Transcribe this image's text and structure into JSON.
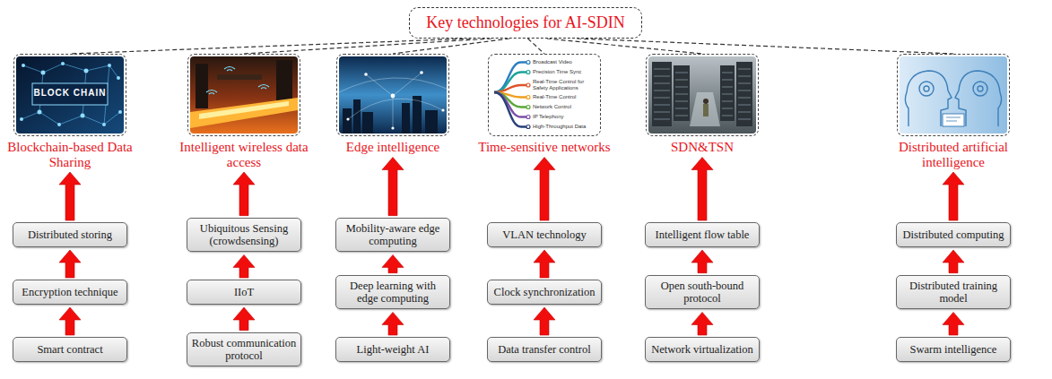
{
  "diagram": {
    "nodes": [
      {
        "text": [
          "Key technologies for AI-SDIN"
        ]
      },
      {
        "text": [
          "Blockchain-based Data Sharing"
        ]
      },
      {
        "text": [
          "Intelligent wireless data access"
        ]
      },
      {
        "text": [
          "Edge intelligence"
        ]
      },
      {
        "text": [
          "Time-sensitive networks"
        ]
      },
      {
        "text": [
          "SDN&TSN"
        ]
      },
      {
        "text": [
          "Distributed artificial intelligence"
        ]
      },
      {
        "text": [
          "Distributed storing"
        ]
      },
      {
        "text": [
          "Ubiquitous Sensing (crowdsensing)"
        ]
      },
      {
        "text": [
          "Mobility-aware edge computing"
        ]
      },
      {
        "text": [
          "VLAN technology"
        ]
      },
      {
        "text": [
          "Intelligent flow table"
        ]
      },
      {
        "text": [
          "Distributed computing"
        ]
      },
      {
        "text": [
          "Encryption technique"
        ]
      },
      {
        "text": [
          "IIoT"
        ]
      },
      {
        "text": [
          "Deep learning with edge computing"
        ]
      },
      {
        "text": [
          "Clock synchronization"
        ]
      },
      {
        "text": [
          "Open south-bound protocol"
        ]
      },
      {
        "text": [
          "Distributed training model"
        ]
      },
      {
        "text": [
          "Smart contract"
        ]
      },
      {
        "text": [
          "Robust communication protocol"
        ]
      },
      {
        "text": [
          "Light-weight AI"
        ]
      },
      {
        "text": [
          "Data transfer control"
        ]
      },
      {
        "text": [
          "Network virtualization"
        ]
      },
      {
        "text": [
          "Swarm intelligence"
        ]
      }
    ],
    "edges": [
      {
        "from": 0,
        "to": 1,
        "arrow": "none"
      },
      {
        "from": 0,
        "to": 2,
        "arrow": "none"
      },
      {
        "from": 0,
        "to": 3,
        "arrow": "none"
      },
      {
        "from": 0,
        "to": 4,
        "arrow": "none"
      },
      {
        "from": 0,
        "to": 5,
        "arrow": "none"
      },
      {
        "from": 0,
        "to": 6,
        "arrow": "none"
      },
      {
        "from": 19,
        "to": 13,
        "arrow": "to"
      },
      {
        "from": 13,
        "to": 7,
        "arrow": "to"
      },
      {
        "from": 7,
        "to": 1,
        "arrow": "to"
      },
      {
        "from": 20,
        "to": 14,
        "arrow": "to"
      },
      {
        "from": 14,
        "to": 8,
        "arrow": "to"
      },
      {
        "from": 8,
        "to": 2,
        "arrow": "to"
      },
      {
        "from": 21,
        "to": 15,
        "arrow": "to"
      },
      {
        "from": 15,
        "to": 9,
        "arrow": "to"
      },
      {
        "from": 9,
        "to": 3,
        "arrow": "to"
      },
      {
        "from": 22,
        "to": 16,
        "arrow": "to"
      },
      {
        "from": 16,
        "to": 10,
        "arrow": "to"
      },
      {
        "from": 10,
        "to": 4,
        "arrow": "to"
      },
      {
        "from": 23,
        "to": 17,
        "arrow": "to"
      },
      {
        "from": 17,
        "to": 11,
        "arrow": "to"
      },
      {
        "from": 11,
        "to": 5,
        "arrow": "to"
      },
      {
        "from": 24,
        "to": 18,
        "arrow": "to"
      },
      {
        "from": 18,
        "to": 12,
        "arrow": "to"
      },
      {
        "from": 12,
        "to": 6,
        "arrow": "to"
      }
    ],
    "labels": [
      "BLOCK CHAIN",
      "Broadcast Video",
      "Precision Time Sync",
      "Real-Time Control for Safety Applications",
      "Real-Time Control",
      "Network Control",
      "IP Telephony",
      "High-Throughput Data"
    ]
  }
}
